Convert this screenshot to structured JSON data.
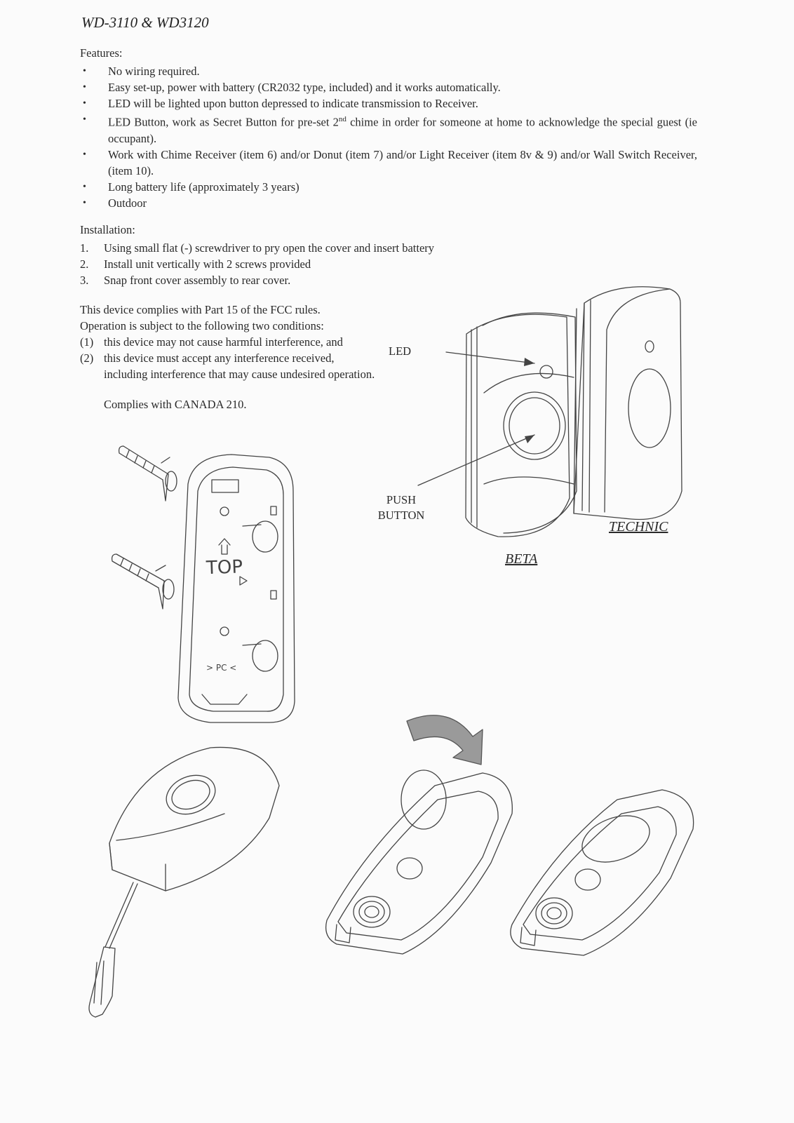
{
  "title": "WD-3110 & WD3120",
  "features": {
    "label": "Features:",
    "bullet": "•",
    "items": [
      {
        "pre": "No wiring required.",
        "sup": "",
        "post": ""
      },
      {
        "pre": "Easy set-up, power with battery (CR2032 type, included) and it works automatically.",
        "sup": "",
        "post": ""
      },
      {
        "pre": "LED will be lighted upon button depressed to indicate transmission to Receiver.",
        "sup": "",
        "post": ""
      },
      {
        "pre": "LED Button, work as Secret Button for pre-set 2",
        "sup": "nd",
        "post": " chime in order for someone at home to acknowledge the special guest (ie occupant)."
      },
      {
        "pre": "Work with Chime Receiver (item 6) and/or Donut (item 7) and/or Light Receiver (item 8v & 9) and/or Wall Switch Receiver, (item 10).",
        "sup": "",
        "post": ""
      },
      {
        "pre": "Long battery life (approximately 3 years)",
        "sup": "",
        "post": ""
      },
      {
        "pre": "Outdoor",
        "sup": "",
        "post": ""
      }
    ]
  },
  "installation": {
    "label": "Installation:",
    "steps": [
      {
        "num": "1.",
        "text": "Using small flat (-) screwdriver to pry open the cover and insert  battery"
      },
      {
        "num": "2.",
        "text": "Install unit vertically with 2 screws provided"
      },
      {
        "num": "3.",
        "text": "Snap front cover assembly to rear cover."
      }
    ]
  },
  "fcc": {
    "line1": "This device complies with Part 15 of the FCC rules.",
    "line2": "Operation is subject to the following two conditions:",
    "conditions": [
      {
        "num": "(1)",
        "text": "this device may not cause harmful interference, and"
      },
      {
        "num": "(2)",
        "text": "this device must accept any interference received,"
      }
    ],
    "cont": "including interference that may cause undesired operation.",
    "canada": "Complies with CANADA 210."
  },
  "figure": {
    "led_label": "LED",
    "push_label_1": "PUSH",
    "push_label_2": "BUTTON",
    "model_technic": "TECHNIC",
    "model_beta": "BETA",
    "rear_top": "TOP",
    "rear_pc": "> PC <"
  }
}
